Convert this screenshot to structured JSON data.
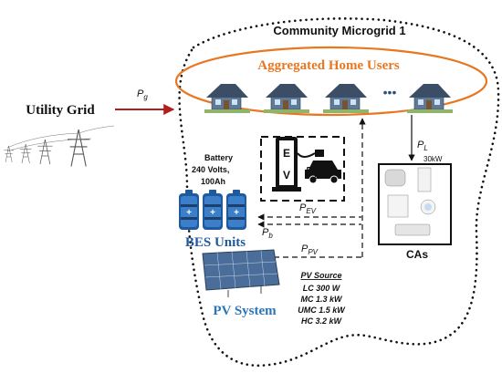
{
  "microgrid": {
    "title": "Community Microgrid 1"
  },
  "home_users": {
    "label": "Aggregated Home Users",
    "ellipsis": "•••"
  },
  "utility": {
    "label": "Utility Grid"
  },
  "flows": {
    "pg_main": "P",
    "pg_sub": "g",
    "pl_main": "P",
    "pl_sub": "L",
    "pev_main": "P",
    "pev_sub": "EV",
    "pb_main": "P",
    "pb_sub": "b",
    "ppv_main": "P",
    "ppv_sub": "PV"
  },
  "ev_station": {
    "icon_main": "P",
    "icon_sub": "EV",
    "letters": [
      "E",
      "V"
    ]
  },
  "battery": {
    "title": "Battery",
    "line1": "240 Volts,",
    "line2": "100Ah",
    "label": "BES Units"
  },
  "pv": {
    "label": "PV System",
    "source_title": "PV Source",
    "sources": [
      "LC 300 W",
      "MC 1.3 kW",
      "UMC 1.5 kW",
      "HC 3.2 kW"
    ]
  },
  "appliances": {
    "rating": "30kW",
    "label": "CAs"
  },
  "colors": {
    "ellipse": "#e87722",
    "home_label": "#e87722",
    "bes_label": "#1f5a9e",
    "pv_label": "#2a75b8",
    "pg_arrow": "#b01e1e",
    "boundary": "#111111"
  },
  "icons": [
    "house-icon",
    "ev-charger-icon",
    "car-icon",
    "plug-icon",
    "battery-icon",
    "solar-panel-icon",
    "transmission-tower-icon",
    "appliance-icon"
  ]
}
